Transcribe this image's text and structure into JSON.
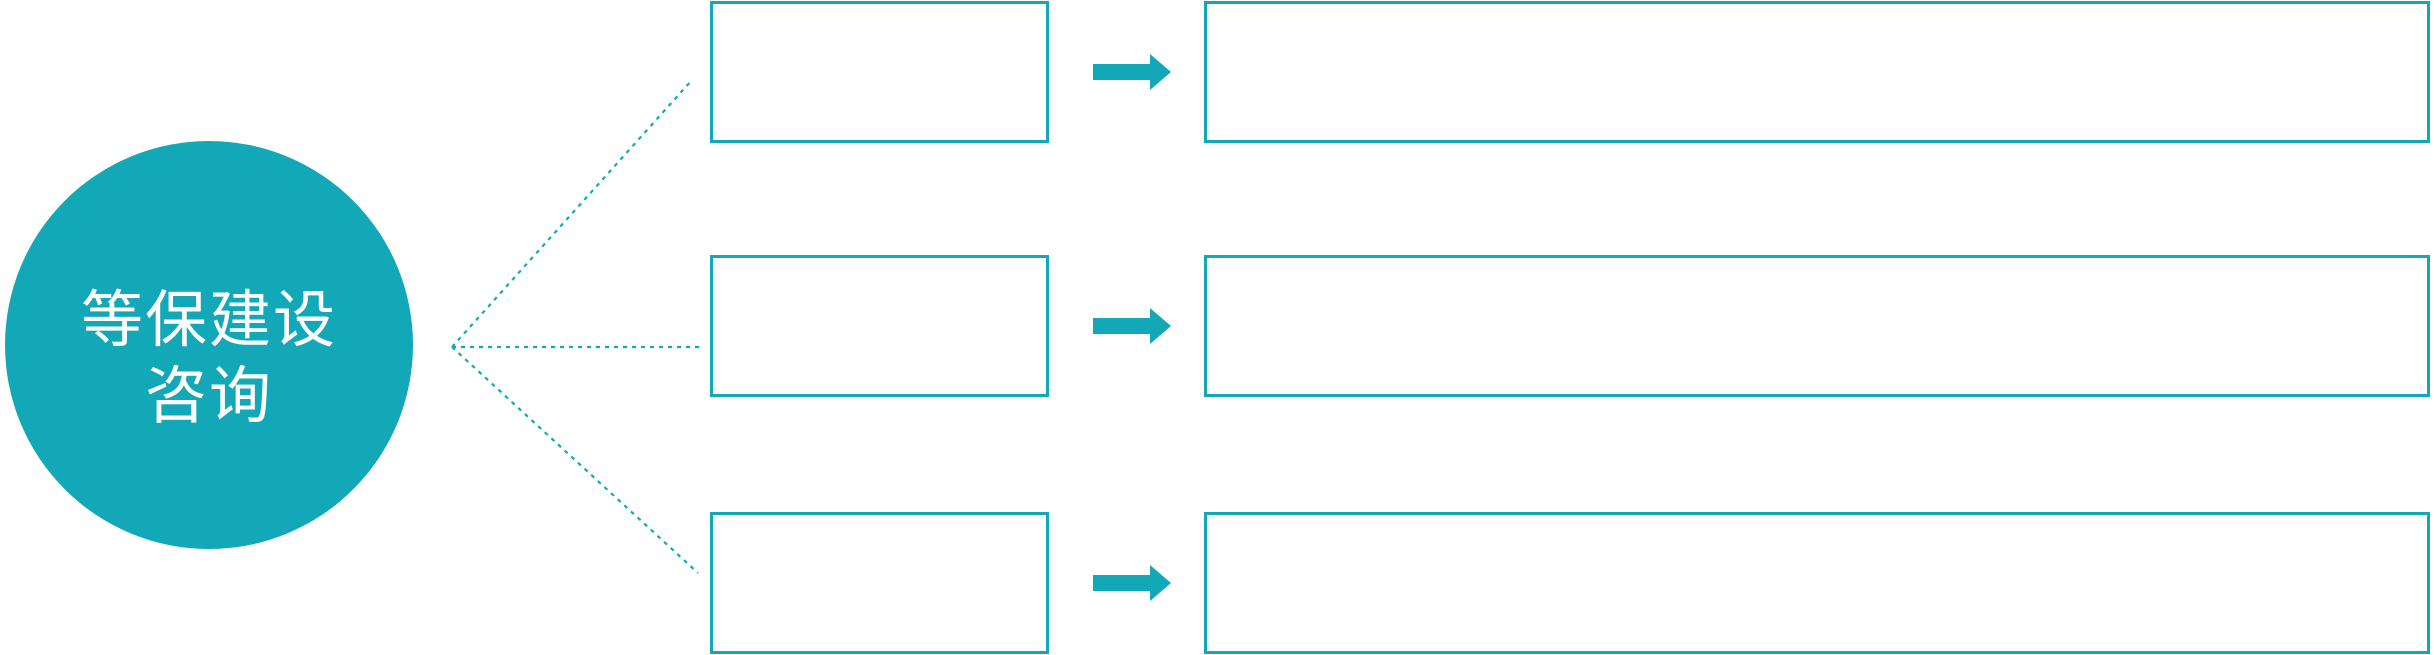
{
  "diagram": {
    "type": "radial-flow-diagram",
    "root_node": {
      "label": "等保建设咨询",
      "label_lines": [
        "等保建设",
        "咨询"
      ]
    },
    "rows": [
      {
        "small_box_label": "",
        "large_box_label": ""
      },
      {
        "small_box_label": "",
        "large_box_label": ""
      },
      {
        "small_box_label": "",
        "large_box_label": ""
      }
    ],
    "connectors": {
      "style": "dotted",
      "count": 3
    },
    "icons": {
      "row_connector": "arrow-right-icon"
    }
  },
  "colors": {
    "accent": "#12A8B8",
    "background": "#FFFFFF",
    "text_on_accent": "#FFFFFF"
  }
}
